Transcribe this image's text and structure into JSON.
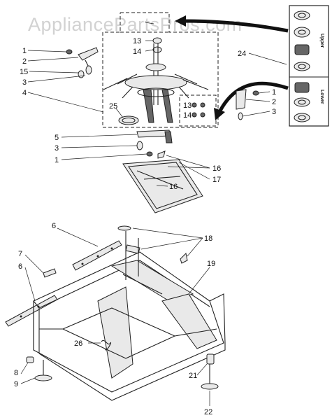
{
  "watermark": "AppliancePartsPros.com",
  "bearing_box": {
    "upper_label": "Upper",
    "lower_label": "Lower"
  },
  "callouts": {
    "c1_a": "1",
    "c2_a": "2",
    "c15": "15",
    "c3_a": "3",
    "c4": "4",
    "c13_top": "13",
    "c14_top": "14",
    "c24": "24",
    "c25": "25",
    "c13_right": "13",
    "c14_right": "14",
    "c1_b": "1",
    "c2_b": "2",
    "c3_b": "3",
    "c5": "5",
    "c3_c": "3",
    "c1_c": "1",
    "c16_a": "16",
    "c17": "17",
    "c16_b": "16",
    "c6_a": "6",
    "c18": "18",
    "c7": "7",
    "c6_b": "6",
    "c19": "19",
    "c26": "26",
    "c8": "8",
    "c9": "9",
    "c21": "21",
    "c22": "22"
  }
}
